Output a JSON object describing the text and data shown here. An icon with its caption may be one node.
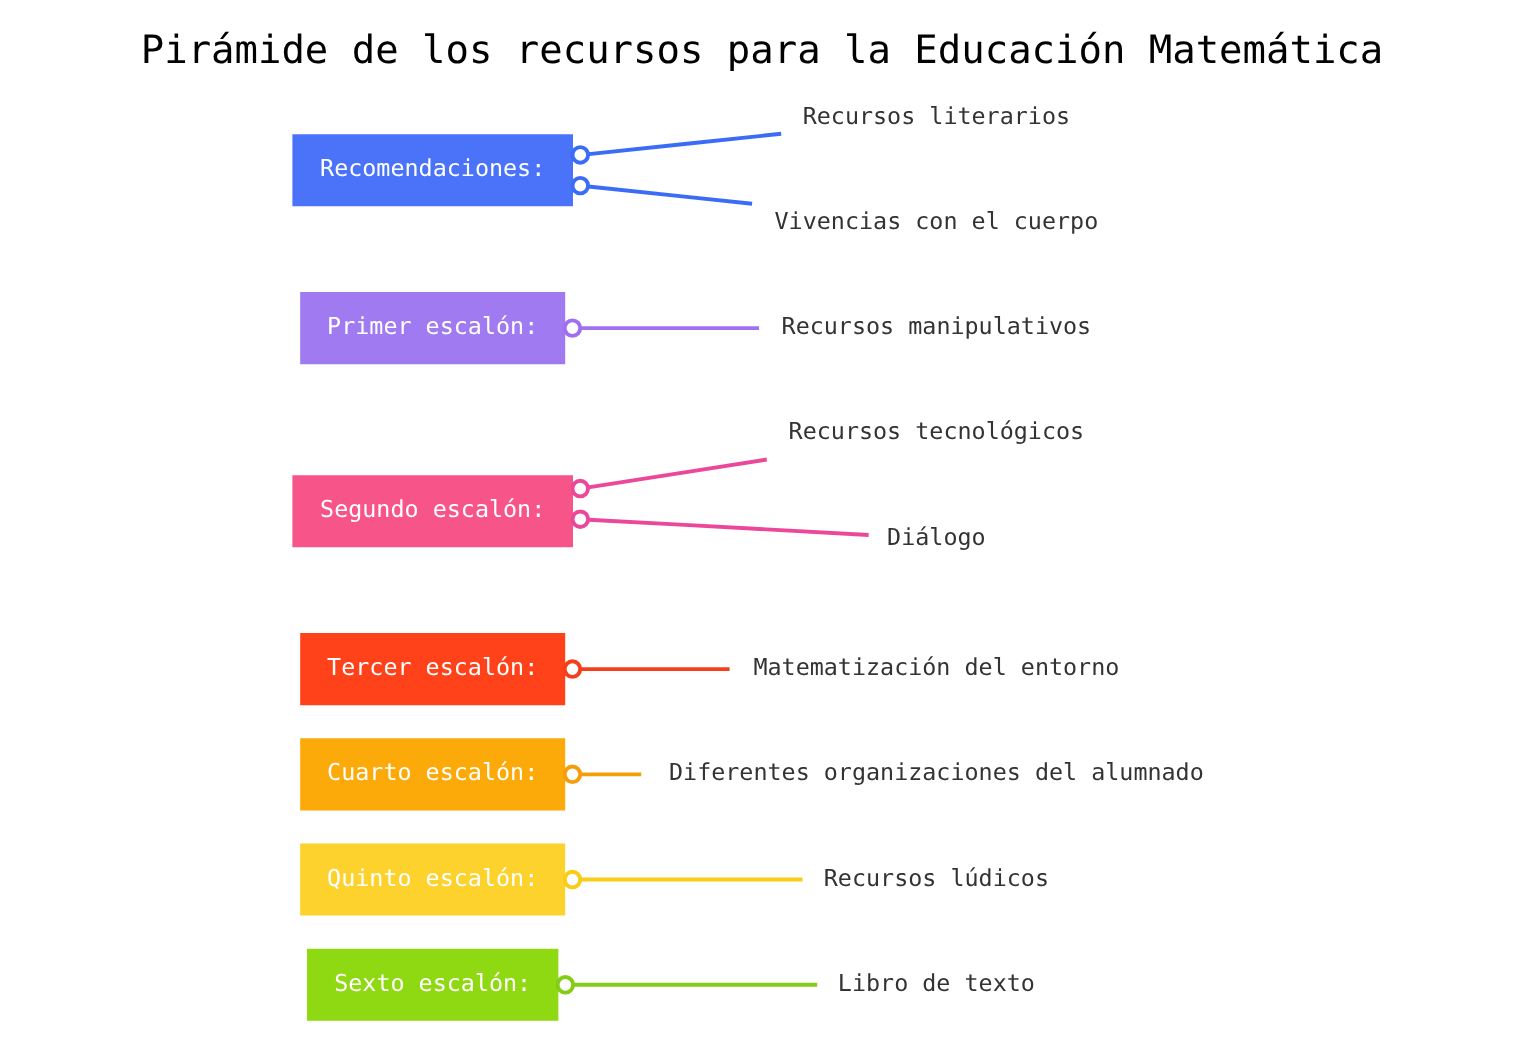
{
  "diagram": {
    "title": "Pirámide de los recursos para la Educación Matemática",
    "nodes": [
      {
        "text": [
          "Sexto escalón:"
        ]
      },
      {
        "text": [
          "Libro de texto"
        ]
      },
      {
        "text": [
          "Quinto escalón:"
        ]
      },
      {
        "text": [
          "Recursos lúdicos"
        ]
      },
      {
        "text": [
          "Cuarto escalón:"
        ]
      },
      {
        "text": [
          "Diferentes organizaciones del alumnado"
        ]
      },
      {
        "text": [
          "Tercer escalón:"
        ]
      },
      {
        "text": [
          "Matematización del entorno"
        ]
      },
      {
        "text": [
          "Segundo escalón:"
        ]
      },
      {
        "text": [
          "Recursos tecnológicos"
        ]
      },
      {
        "text": [
          "Diálogo"
        ]
      },
      {
        "text": [
          "Primer escalón:"
        ]
      },
      {
        "text": [
          "Recursos manipulativos"
        ]
      },
      {
        "text": [
          "Recomendaciones:"
        ]
      },
      {
        "text": [
          "Recursos literarios"
        ]
      },
      {
        "text": [
          "Vivencias con el cuerpo"
        ]
      }
    ],
    "edges": [
      {
        "from": 0,
        "to": 1,
        "arrow": "other",
        "color": "#84cc16"
      },
      {
        "from": 2,
        "to": 3,
        "arrow": "other",
        "color": "#facc15"
      },
      {
        "from": 4,
        "to": 5,
        "arrow": "other",
        "color": "#f59e0b"
      },
      {
        "from": 6,
        "to": 7,
        "arrow": "other",
        "color": "#f43f1a"
      },
      {
        "from": 8,
        "to": 9,
        "arrow": "other",
        "color": "#ec4899"
      },
      {
        "from": 8,
        "to": 10,
        "arrow": "other",
        "color": "#ec4899"
      },
      {
        "from": 11,
        "to": 12,
        "arrow": "other",
        "color": "#a070f0"
      },
      {
        "from": 13,
        "to": 14,
        "arrow": "other",
        "color": "#3b6cf6"
      },
      {
        "from": 13,
        "to": 15,
        "arrow": "other",
        "color": "#3b6cf6"
      }
    ]
  }
}
